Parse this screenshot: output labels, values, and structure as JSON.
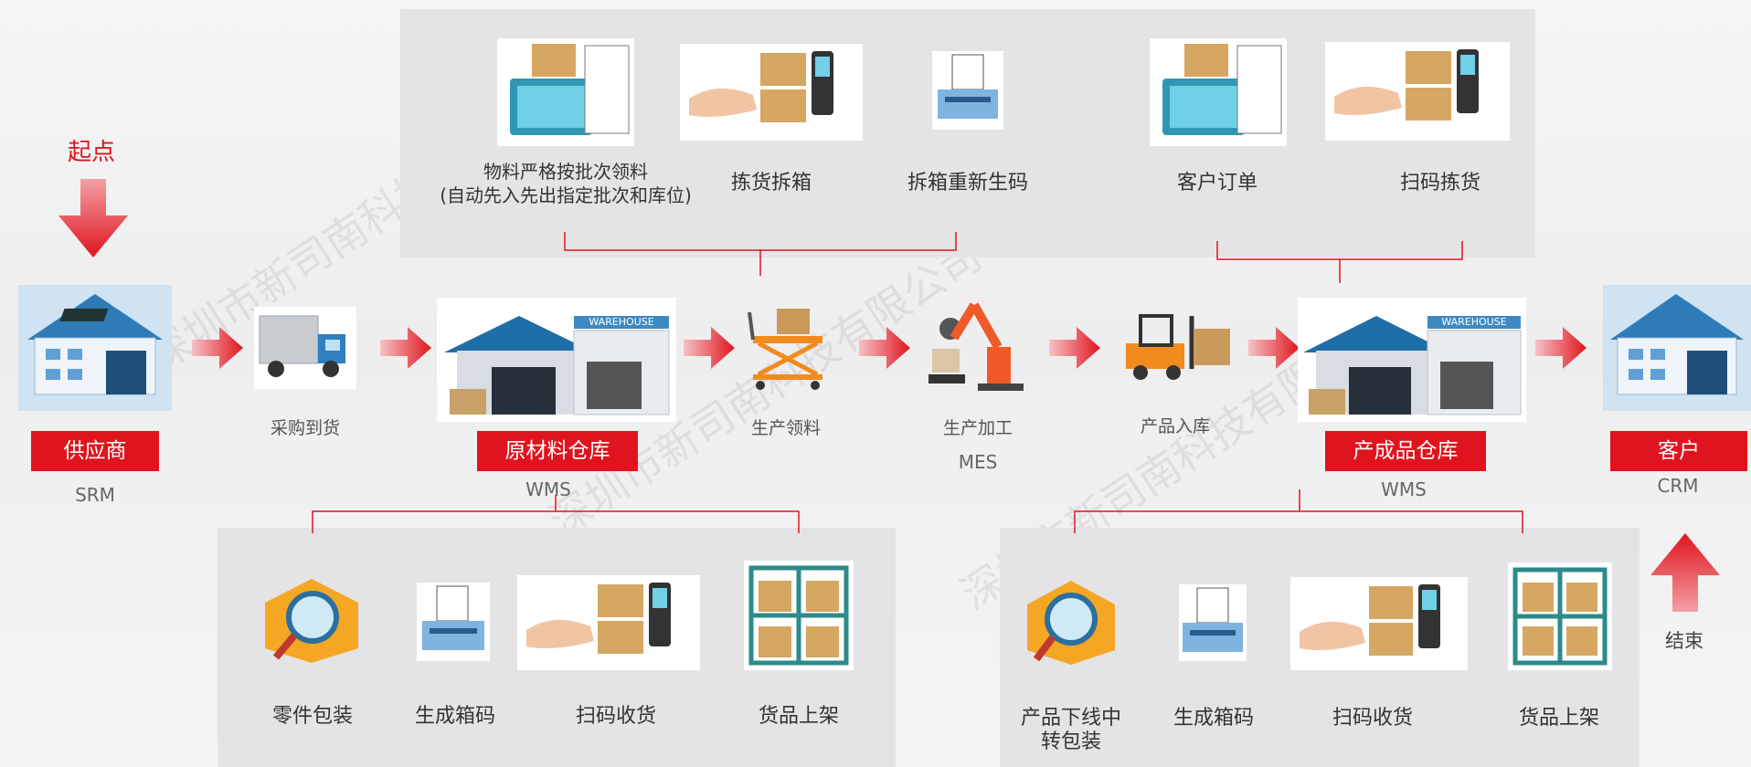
{
  "start_label": "起点",
  "end_label": "结束",
  "colors": {
    "accent": "#e0141e",
    "panel": "#e4e4e6",
    "text": "#333333"
  },
  "flow": {
    "supplier": {
      "tag": "供应商",
      "system": "SRM"
    },
    "purchase": {
      "label": "采购到货"
    },
    "raw_warehouse": {
      "tag": "原材料仓库",
      "system": "WMS",
      "sign": "WAREHOUSE"
    },
    "production_pick": {
      "label": "生产领料"
    },
    "production_process": {
      "label": "生产加工",
      "system": "MES"
    },
    "product_inbound": {
      "label": "产品入库"
    },
    "finished_warehouse": {
      "tag": "产成品仓库",
      "system": "WMS",
      "sign": "WAREHOUSE"
    },
    "customer": {
      "tag": "客户",
      "system": "CRM"
    }
  },
  "top_left_group": {
    "items": [
      {
        "line1": "物料严格按批次领料",
        "line2": "(自动先入先出指定批次和库位)"
      },
      {
        "line1": "拣货拆箱"
      },
      {
        "line1": "拆箱重新生码"
      }
    ]
  },
  "top_right_group": {
    "items": [
      {
        "line1": "客户订单"
      },
      {
        "line1": "扫码拣货"
      }
    ]
  },
  "bottom_left_group": {
    "items": [
      {
        "line1": "零件包装"
      },
      {
        "line1": "生成箱码"
      },
      {
        "line1": "扫码收货"
      },
      {
        "line1": "货品上架"
      }
    ]
  },
  "bottom_right_group": {
    "items": [
      {
        "line1": "产品下线中",
        "line2": "转包装"
      },
      {
        "line1": "生成箱码"
      },
      {
        "line1": "扫码收货"
      },
      {
        "line1": "货品上架"
      }
    ]
  },
  "watermark": "深圳市新司南科技有限公司"
}
